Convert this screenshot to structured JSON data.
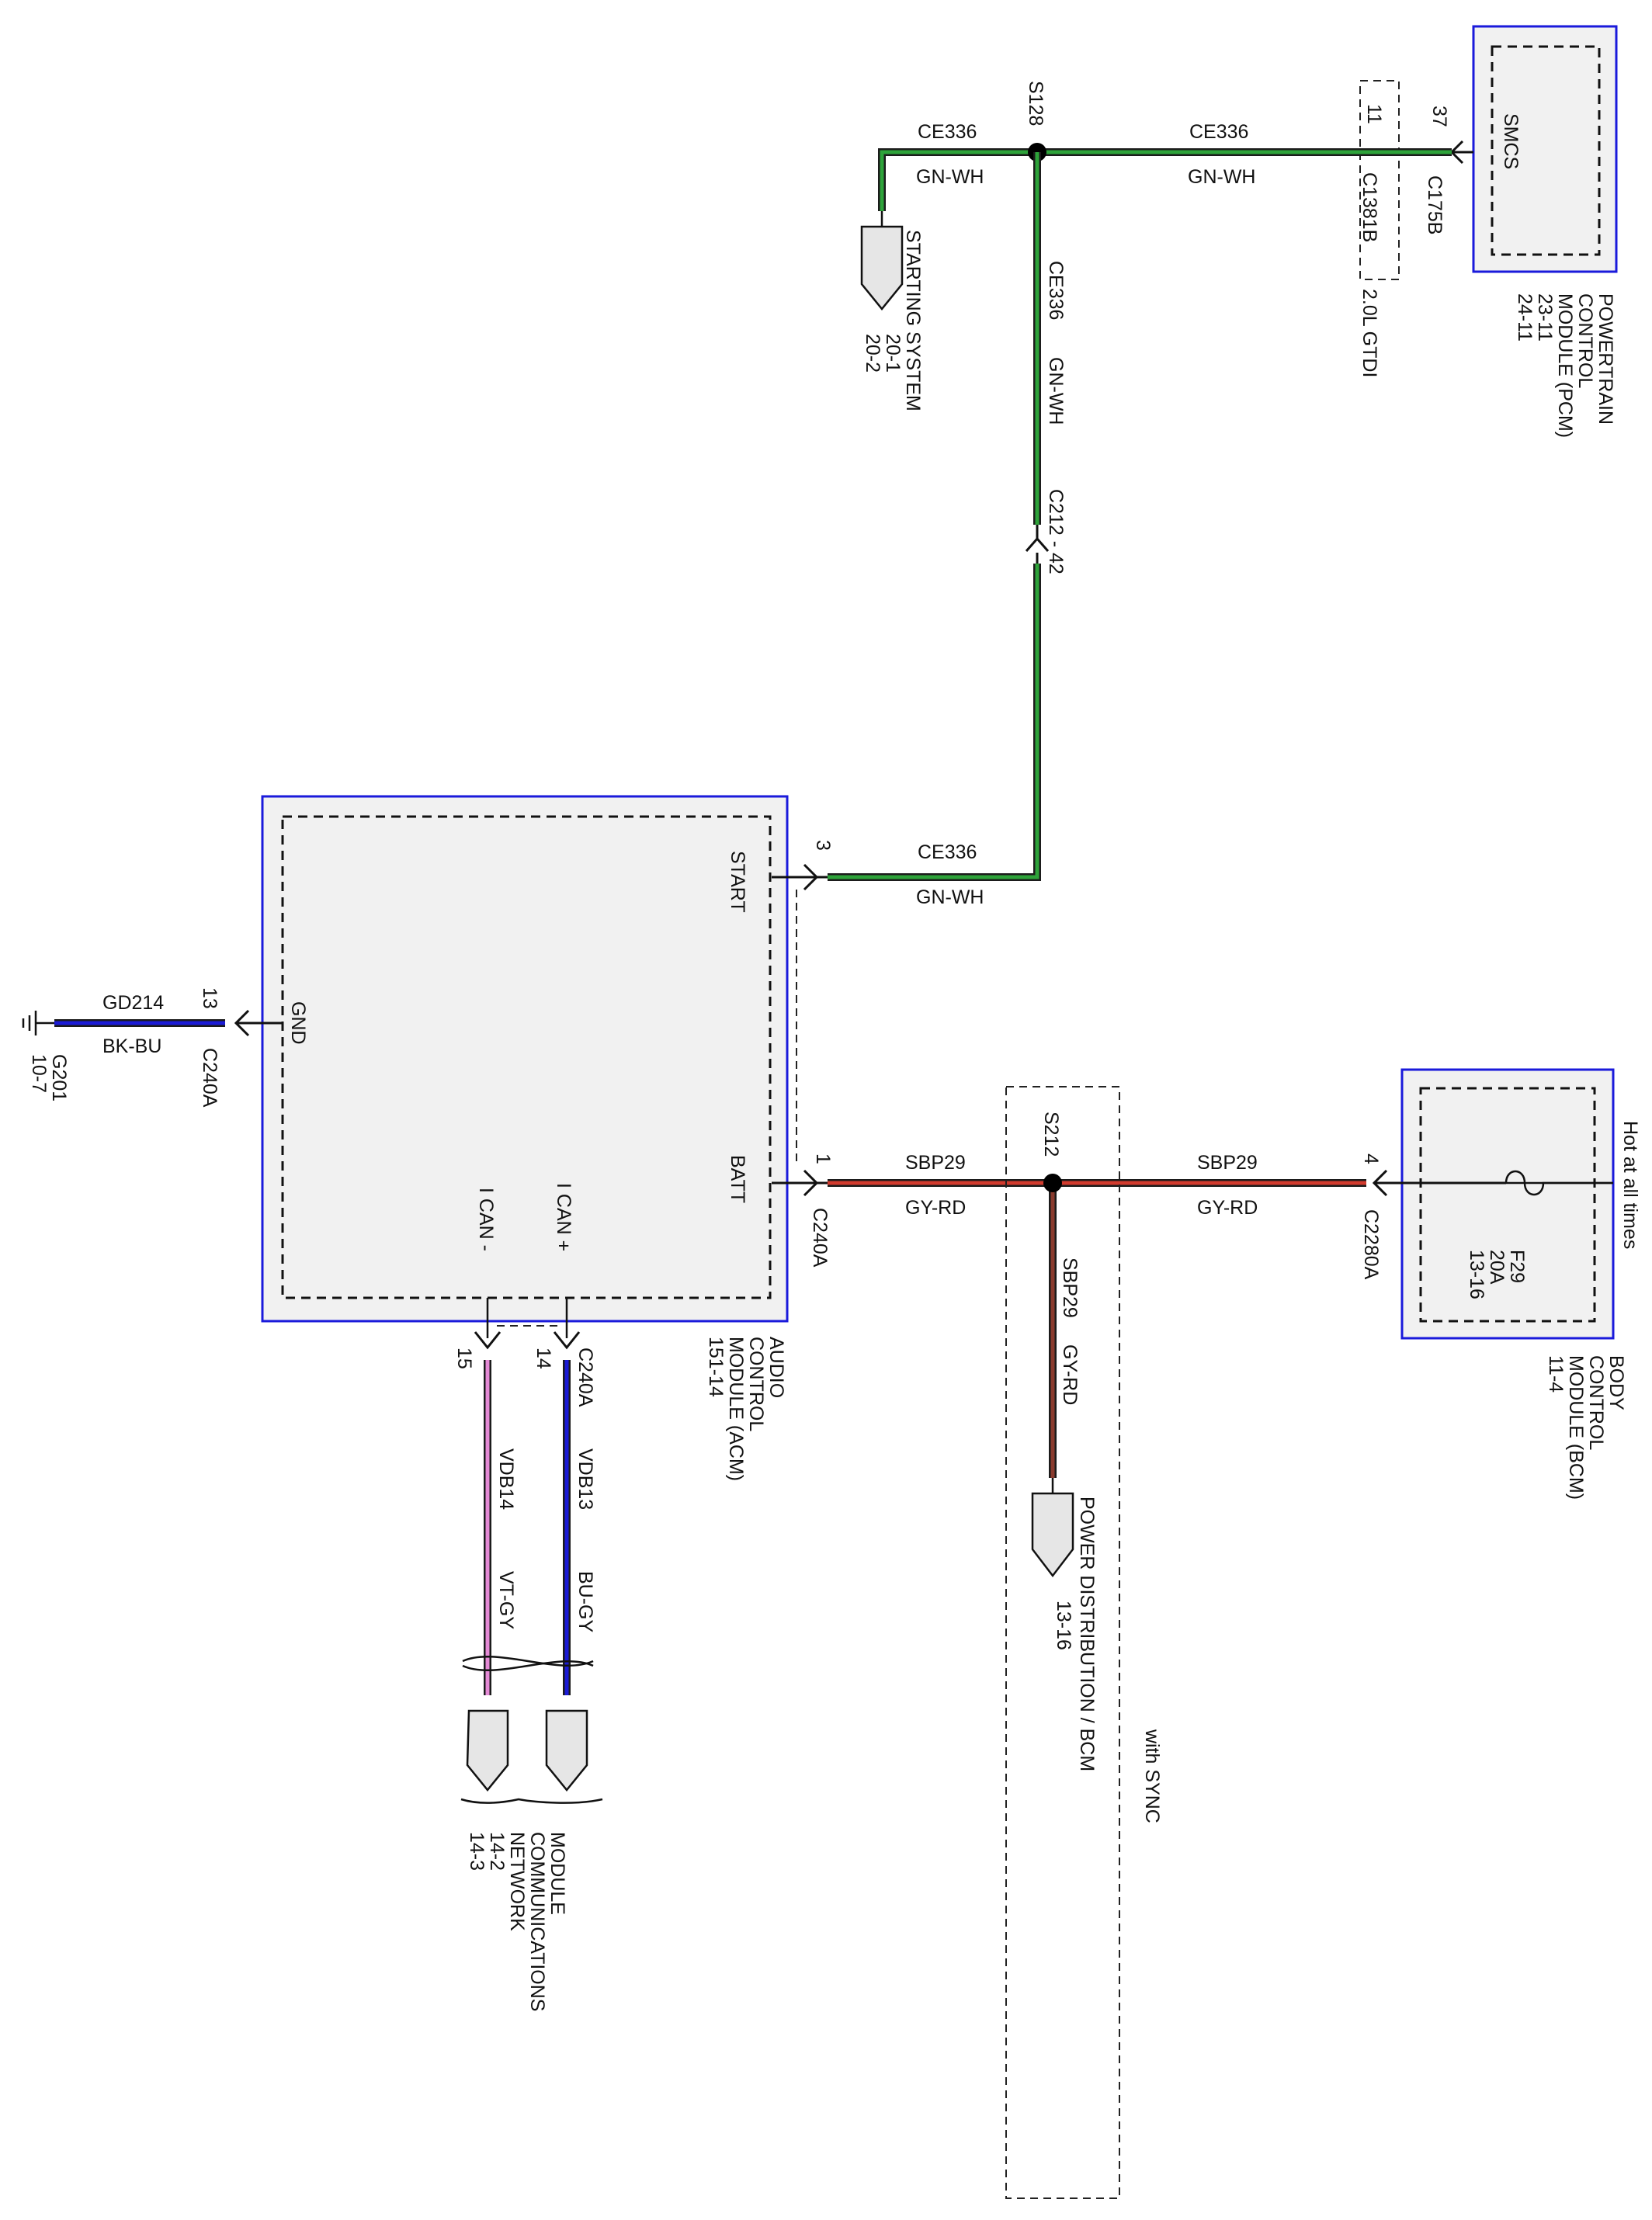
{
  "colors": {
    "green": "#2ea33a",
    "red": "#d23b2e",
    "brown": "#8a3b2e",
    "blue": "#1b1bd6",
    "violet": "#e58ad6",
    "navy": "#1a1a6e",
    "module_border": "#1a1adb"
  },
  "modules": {
    "pcm": {
      "pin": "SMCS",
      "connector_pin": "37",
      "connector": "C175B",
      "label_lines": [
        "POWERTRAIN",
        "CONTROL",
        "MODULE (PCM)",
        "23-11",
        "24-11"
      ]
    },
    "acm": {
      "pins": {
        "start": "START",
        "gnd": "GND",
        "batt": "BATT",
        "ican_plus": "I CAN +",
        "ican_minus": "I CAN -"
      },
      "label_lines": [
        "AUDIO",
        "CONTROL",
        "MODULE (ACM)",
        "151-14"
      ]
    },
    "bcm": {
      "fuse_lines": [
        "F29",
        "20A",
        "13-16"
      ],
      "note": "Hot at all times",
      "connector_pin": "4",
      "connector": "C2280A",
      "label_lines": [
        "BODY",
        "CONTROL",
        "MODULE (BCM)",
        "11-4"
      ]
    }
  },
  "connectors": {
    "c1381b": {
      "pin": "11",
      "name": "C1381B",
      "variant": "2.0L GTDI"
    },
    "c212": {
      "name": "C212 - 42"
    },
    "c240a_start": {
      "pin": "3"
    },
    "c240a_gnd": {
      "pin": "13",
      "name": "C240A"
    },
    "c240a_batt": {
      "pin": "1",
      "name": "C240A"
    },
    "c240a_can": {
      "name": "C240A",
      "pin_plus": "14",
      "pin_minus": "15"
    }
  },
  "splices": {
    "s128": "S128",
    "s212": "S212"
  },
  "wires": {
    "ce336_left": {
      "circuit": "CE336",
      "color": "GN-WH"
    },
    "ce336_right": {
      "circuit": "CE336",
      "color": "GN-WH"
    },
    "ce336_vertical": {
      "circuit": "CE336",
      "color": "GN-WH"
    },
    "ce336_acm": {
      "circuit": "CE336",
      "color": "GN-WH"
    },
    "gd214": {
      "circuit": "GD214",
      "color": "BK-BU"
    },
    "sbp29_left": {
      "circuit": "SBP29",
      "color": "GY-RD"
    },
    "sbp29_right": {
      "circuit": "SBP29",
      "color": "GY-RD"
    },
    "sbp29_vertical": {
      "circuit": "SBP29",
      "color": "GY-RD"
    },
    "vdb13": {
      "circuit": "VDB13",
      "color": "BU-GY"
    },
    "vdb14": {
      "circuit": "VDB14",
      "color": "VT-GY"
    }
  },
  "references": {
    "starting_system": [
      "STARTING SYSTEM",
      "20-1",
      "20-2"
    ],
    "ground": [
      "G201",
      "10-7"
    ],
    "power_distribution": [
      "POWER DISTRIBUTION / BCM",
      "13-16"
    ],
    "network": [
      "MODULE",
      "COMMUNICATIONS",
      "NETWORK",
      "14-2",
      "14-3"
    ]
  },
  "option_note": "with SYNC"
}
